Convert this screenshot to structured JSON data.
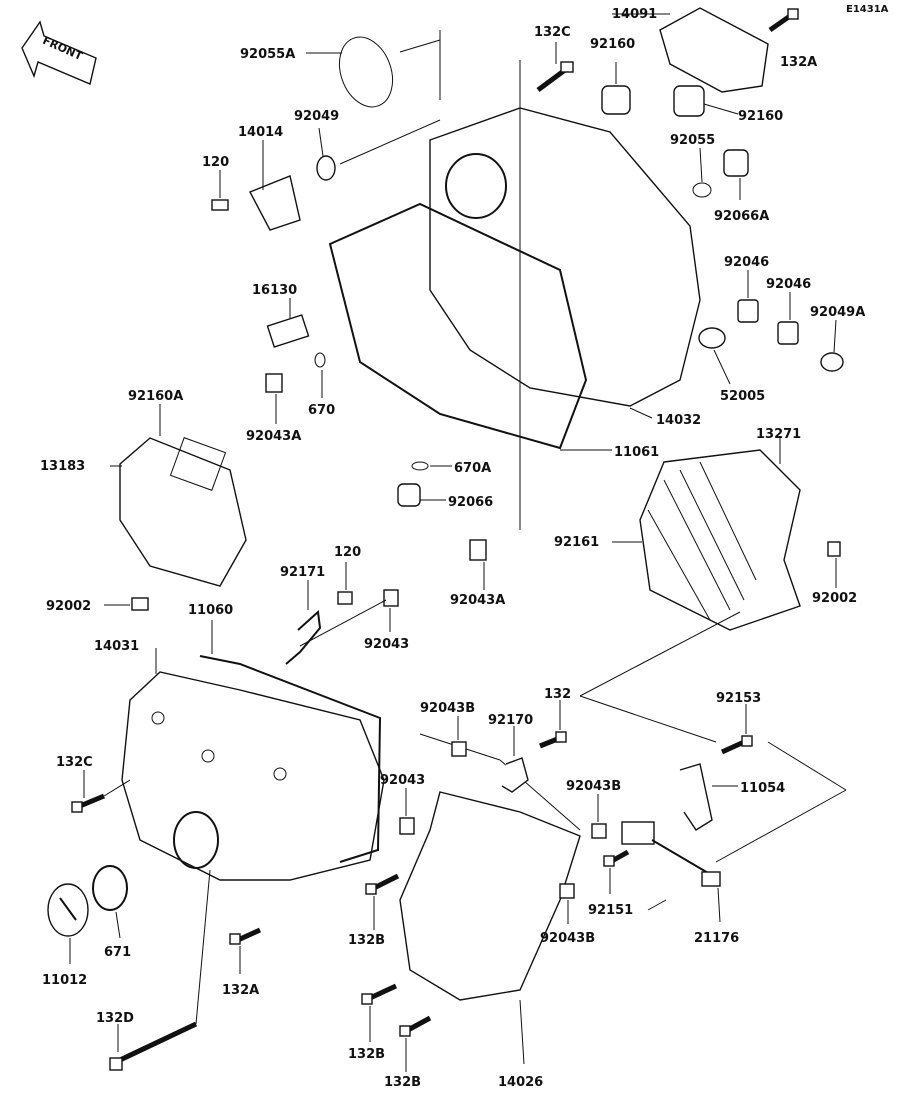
{
  "diagram_id": "E1431A",
  "front_label": "FRONT",
  "labels": {
    "p14091": "14091",
    "p132A_top": "132A",
    "p132C_top": "132C",
    "p92160_l": "92160",
    "p92160_r": "92160",
    "p92055A": "92055A",
    "p92049": "92049",
    "p14014": "14014",
    "p120_top": "120",
    "p92055": "92055",
    "p92066A": "92066A",
    "p92046_a": "92046",
    "p92046_b": "92046",
    "p92049A": "92049A",
    "p16130": "16130",
    "p52005": "52005",
    "p670": "670",
    "p92043A_l": "92043A",
    "p14032": "14032",
    "p92160A": "92160A",
    "p13271": "13271",
    "p11061": "11061",
    "p13183": "13183",
    "p670A": "670A",
    "p92066": "92066",
    "p92161": "92161",
    "p92002_l": "92002",
    "p92002_r": "92002",
    "p92171": "92171",
    "p120_mid": "120",
    "p11060": "11060",
    "p92043A_m": "92043A",
    "p14031": "14031",
    "p92043": "92043",
    "p132": "132",
    "p92153": "92153",
    "p92043B_a": "92043B",
    "p92170": "92170",
    "p132C_l": "132C",
    "p92043_b": "92043",
    "p92043B_b": "92043B",
    "p11054": "11054",
    "p92151": "92151",
    "p132B_a": "132B",
    "p92043B_c": "92043B",
    "p21176": "21176",
    "p671": "671",
    "p11012": "11012",
    "p132A_l": "132A",
    "p132D": "132D",
    "p132B_b": "132B",
    "p132B_c": "132B",
    "p14026": "14026"
  }
}
